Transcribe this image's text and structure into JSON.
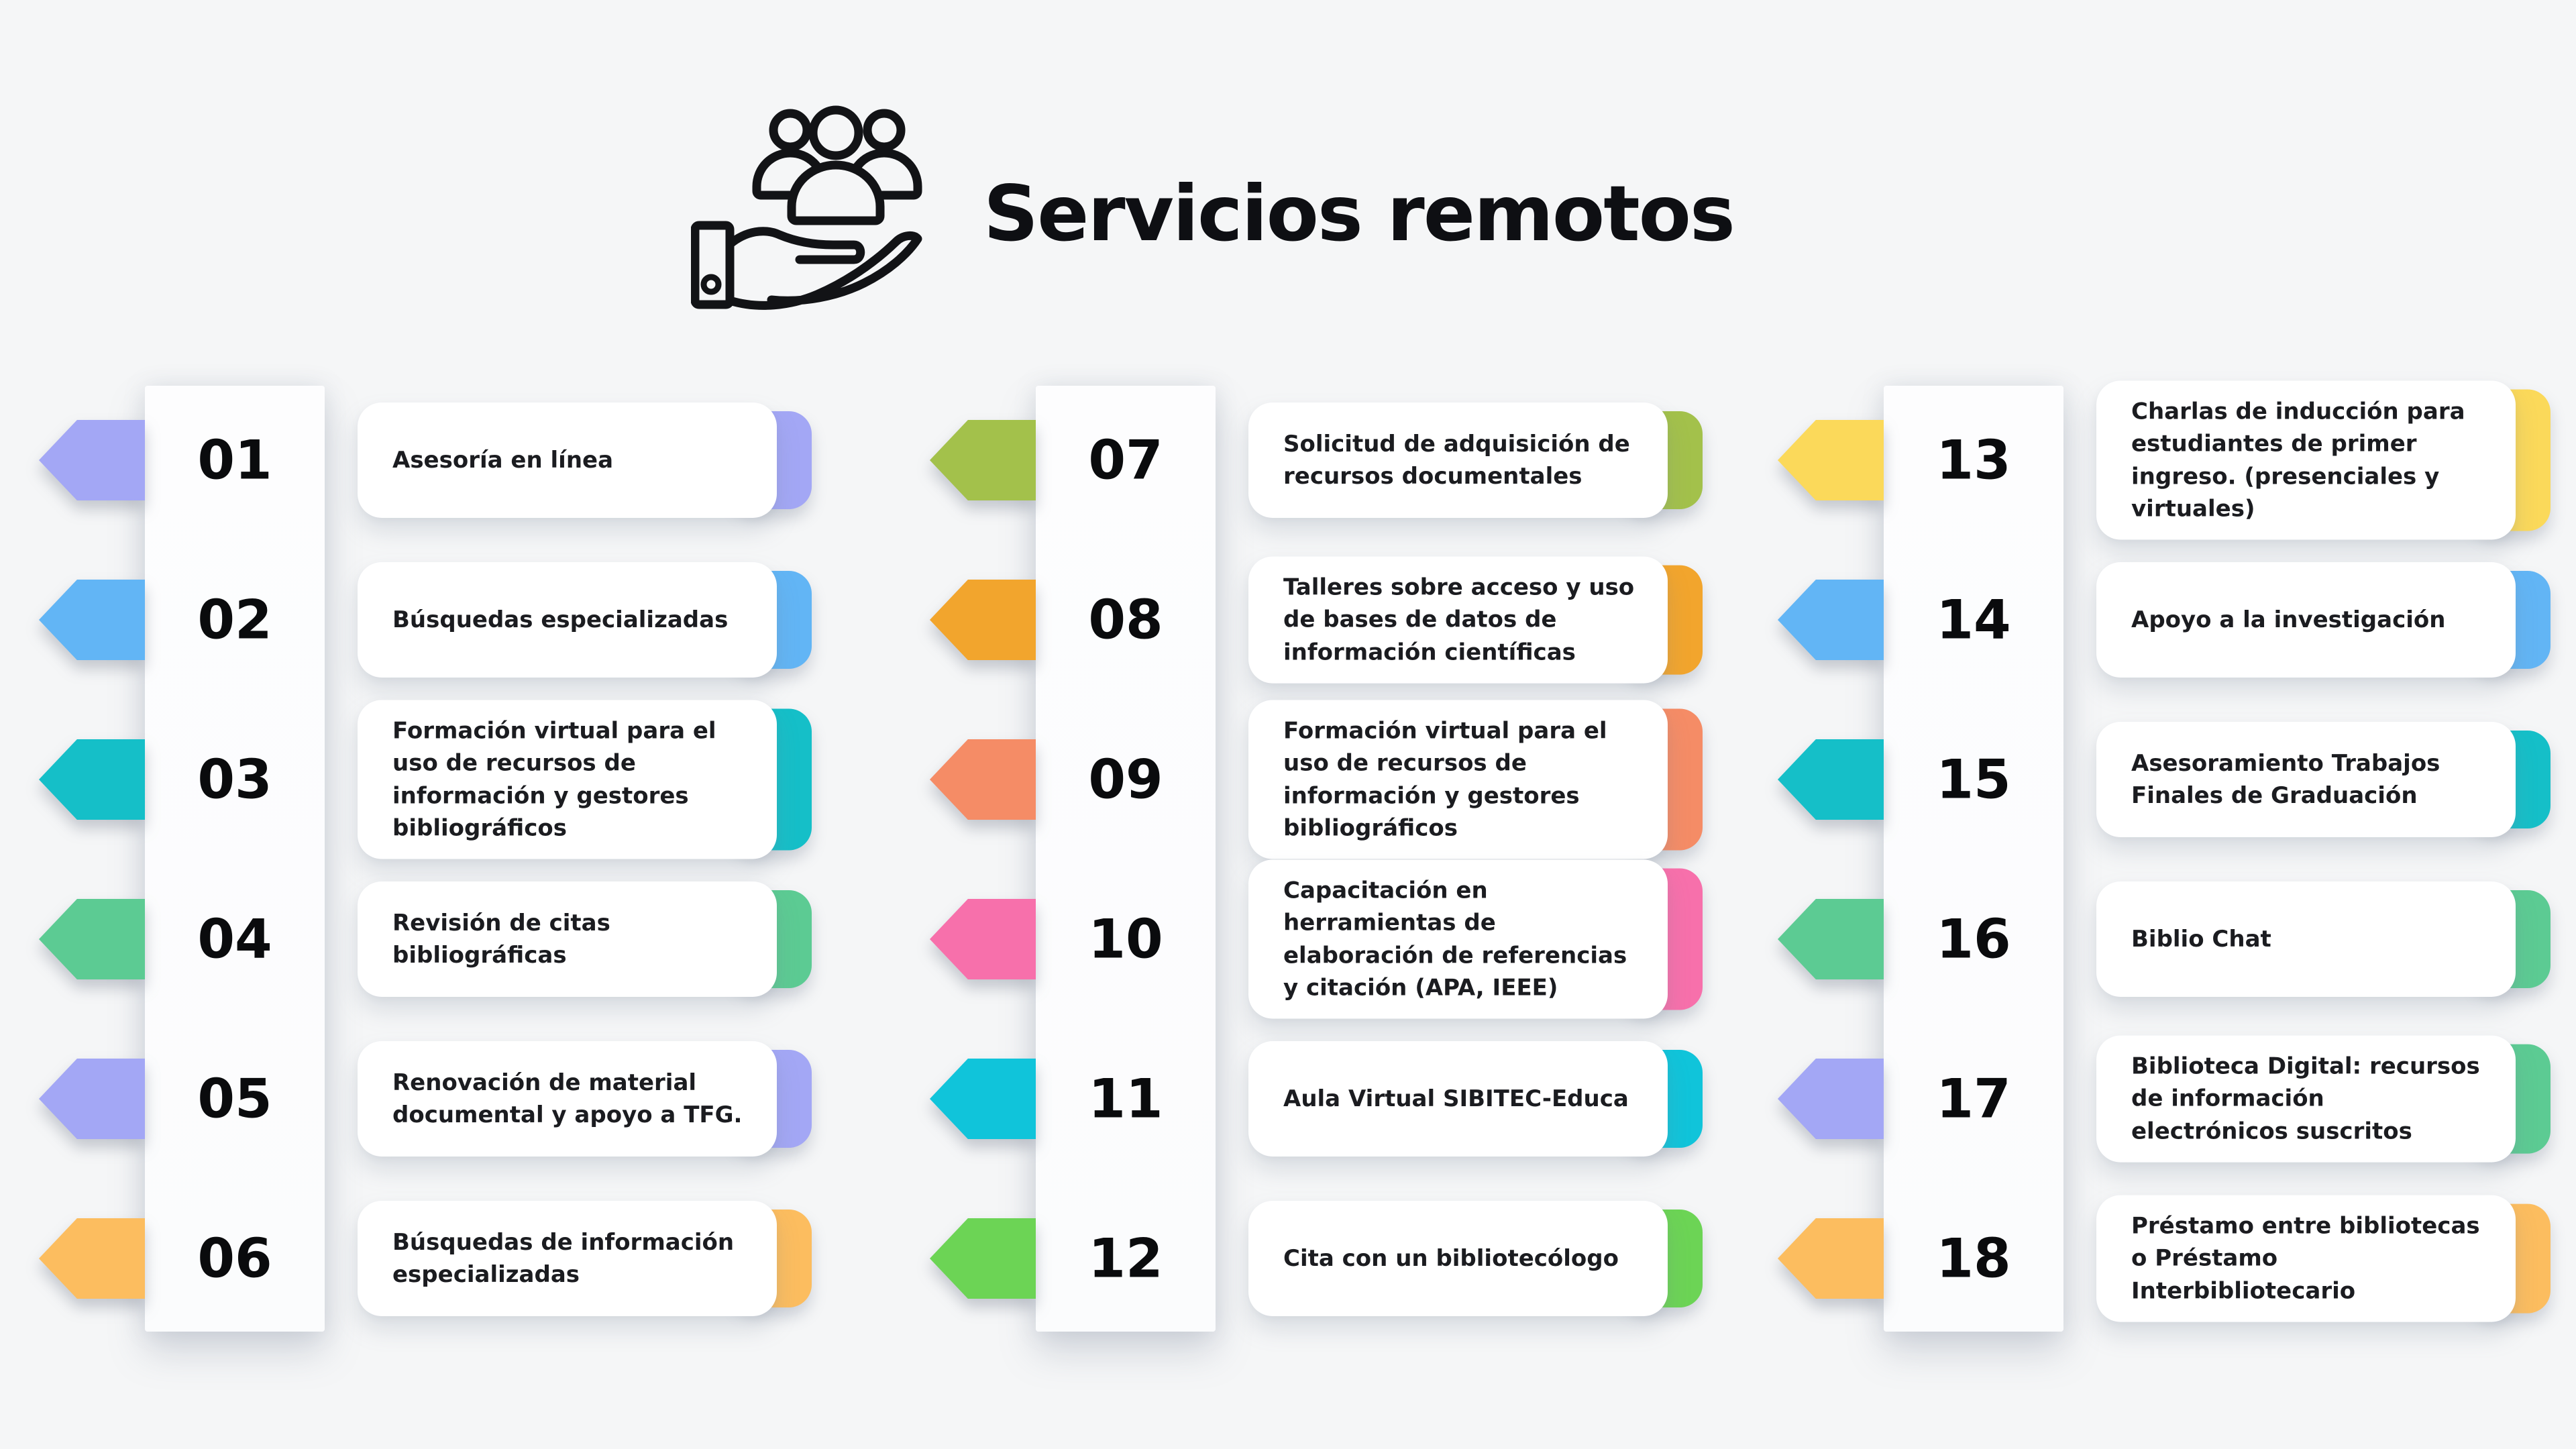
{
  "title": "Servicios remotos",
  "icons": {
    "header_icon": "people-on-hand"
  },
  "palette": {
    "background": "#f5f6f7",
    "number_strip": "#fcfdfe",
    "card": "#ffffff",
    "title_text": "#0e0f13",
    "number_text": "#0a0b0d",
    "card_text": "#1b1c20",
    "icon_stroke": "#121316"
  },
  "items": [
    {
      "num": "01",
      "label": "Asesoría en línea",
      "arrow_color": "#a3a7f5",
      "tab_color": "#a3a7f5"
    },
    {
      "num": "02",
      "label": "Búsquedas especializadas",
      "arrow_color": "#62b5f5",
      "tab_color": "#62b5f5"
    },
    {
      "num": "03",
      "label": "Formación virtual para el uso de recursos de información y gestores bibliográficos",
      "arrow_color": "#15bfc8",
      "tab_color": "#15bfc8"
    },
    {
      "num": "04",
      "label": "Revisión de citas bibliográficas",
      "arrow_color": "#5ccb93",
      "tab_color": "#5ccb93"
    },
    {
      "num": "05",
      "label": "Renovación de material documental y apoyo a TFG.",
      "arrow_color": "#a3a7f5",
      "tab_color": "#a3a7f5"
    },
    {
      "num": "06",
      "label": "Búsquedas de información especializadas",
      "arrow_color": "#fcbd5f",
      "tab_color": "#fcbd5f"
    },
    {
      "num": "07",
      "label": "Solicitud de adquisición de recursos documentales",
      "arrow_color": "#a3c14b",
      "tab_color": "#a3c14b"
    },
    {
      "num": "08",
      "label": "Talleres sobre acceso y uso de bases de datos de información científicas",
      "arrow_color": "#f2a52d",
      "tab_color": "#f2a52d"
    },
    {
      "num": "09",
      "label": "Formación virtual para el uso de recursos de información y gestores bibliográficos",
      "arrow_color": "#f58c66",
      "tab_color": "#f58c66"
    },
    {
      "num": "10",
      "label": "Capacitación en herramientas de elaboración de referencias y citación (APA, IEEE)",
      "arrow_color": "#f770ab",
      "tab_color": "#f770ab"
    },
    {
      "num": "11",
      "label": "Aula Virtual SIBITEC-Educa",
      "arrow_color": "#10c4da",
      "tab_color": "#10c4da"
    },
    {
      "num": "12",
      "label": "Cita con un bibliotecólogo",
      "arrow_color": "#6cd455",
      "tab_color": "#6cd455"
    },
    {
      "num": "13",
      "label": "Charlas de inducción para estudiantes de primer ingreso. (presenciales y virtuales)",
      "arrow_color": "#fbd95a",
      "tab_color": "#fbd95a"
    },
    {
      "num": "14",
      "label": "Apoyo a la investigación",
      "arrow_color": "#62b5f5",
      "tab_color": "#62b5f5"
    },
    {
      "num": "15",
      "label": "Asesoramiento Trabajos Finales de Graduación",
      "arrow_color": "#15bfc8",
      "tab_color": "#15bfc8"
    },
    {
      "num": "16",
      "label": "Biblio Chat",
      "arrow_color": "#5ccb93",
      "tab_color": "#5ccb93"
    },
    {
      "num": "17",
      "label": "Biblioteca Digital: recursos de información electrónicos suscritos",
      "arrow_color": "#a3a7f5",
      "tab_color": "#5ccb93"
    },
    {
      "num": "18",
      "label": "Préstamo entre bibliotecas o Préstamo Interbibliotecario",
      "arrow_color": "#fcbd5f",
      "tab_color": "#fcbd5f"
    }
  ]
}
